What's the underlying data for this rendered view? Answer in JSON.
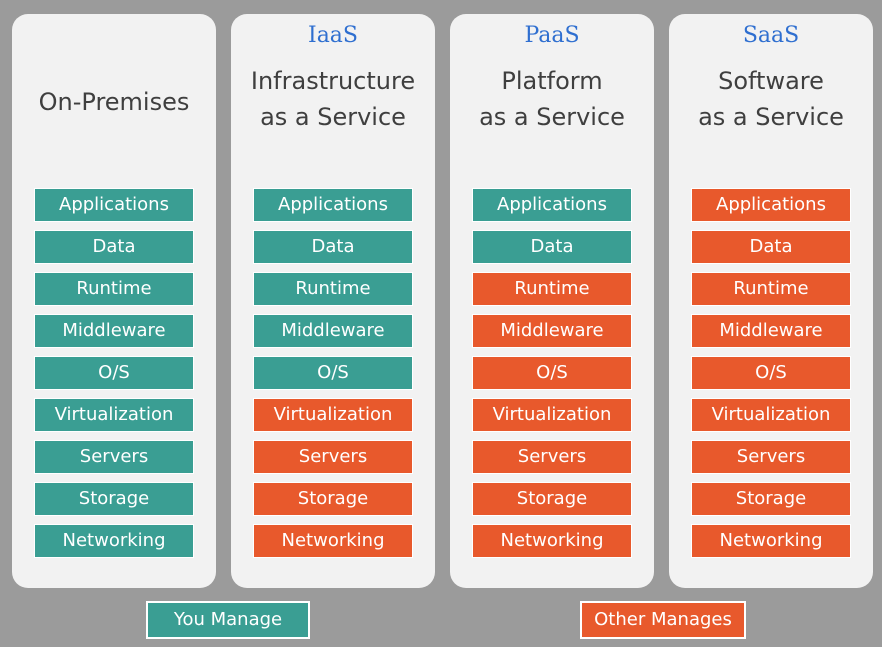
{
  "colors": {
    "you_manage": "#3a9e93",
    "other_manages": "#e8592c",
    "abbr": "#2f6fd0"
  },
  "columns": [
    {
      "abbr": "",
      "title_lines": [
        "On-Premises"
      ],
      "layers": [
        {
          "label": "Applications",
          "managed_by": "you"
        },
        {
          "label": "Data",
          "managed_by": "you"
        },
        {
          "label": "Runtime",
          "managed_by": "you"
        },
        {
          "label": "Middleware",
          "managed_by": "you"
        },
        {
          "label": "O/S",
          "managed_by": "you"
        },
        {
          "label": "Virtualization",
          "managed_by": "you"
        },
        {
          "label": "Servers",
          "managed_by": "you"
        },
        {
          "label": "Storage",
          "managed_by": "you"
        },
        {
          "label": "Networking",
          "managed_by": "you"
        }
      ]
    },
    {
      "abbr": "IaaS",
      "title_lines": [
        "Infrastructure",
        "as a Service"
      ],
      "layers": [
        {
          "label": "Applications",
          "managed_by": "you"
        },
        {
          "label": "Data",
          "managed_by": "you"
        },
        {
          "label": "Runtime",
          "managed_by": "you"
        },
        {
          "label": "Middleware",
          "managed_by": "you"
        },
        {
          "label": "O/S",
          "managed_by": "you"
        },
        {
          "label": "Virtualization",
          "managed_by": "other"
        },
        {
          "label": "Servers",
          "managed_by": "other"
        },
        {
          "label": "Storage",
          "managed_by": "other"
        },
        {
          "label": "Networking",
          "managed_by": "other"
        }
      ]
    },
    {
      "abbr": "PaaS",
      "title_lines": [
        "Platform",
        "as a Service"
      ],
      "layers": [
        {
          "label": "Applications",
          "managed_by": "you"
        },
        {
          "label": "Data",
          "managed_by": "you"
        },
        {
          "label": "Runtime",
          "managed_by": "other"
        },
        {
          "label": "Middleware",
          "managed_by": "other"
        },
        {
          "label": "O/S",
          "managed_by": "other"
        },
        {
          "label": "Virtualization",
          "managed_by": "other"
        },
        {
          "label": "Servers",
          "managed_by": "other"
        },
        {
          "label": "Storage",
          "managed_by": "other"
        },
        {
          "label": "Networking",
          "managed_by": "other"
        }
      ]
    },
    {
      "abbr": "SaaS",
      "title_lines": [
        "Software",
        "as a Service"
      ],
      "layers": [
        {
          "label": "Applications",
          "managed_by": "other"
        },
        {
          "label": "Data",
          "managed_by": "other"
        },
        {
          "label": "Runtime",
          "managed_by": "other"
        },
        {
          "label": "Middleware",
          "managed_by": "other"
        },
        {
          "label": "O/S",
          "managed_by": "other"
        },
        {
          "label": "Virtualization",
          "managed_by": "other"
        },
        {
          "label": "Servers",
          "managed_by": "other"
        },
        {
          "label": "Storage",
          "managed_by": "other"
        },
        {
          "label": "Networking",
          "managed_by": "other"
        }
      ]
    }
  ],
  "legend": {
    "you_manage": "You Manage",
    "other_manages": "Other Manages"
  }
}
